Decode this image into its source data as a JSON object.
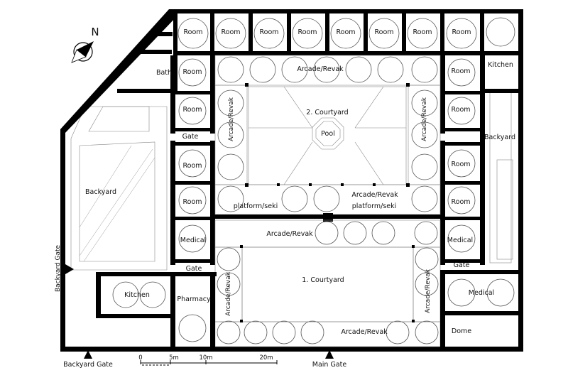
{
  "north": {
    "label": "N"
  },
  "rooms_north": [
    "Room",
    "Room",
    "Room",
    "Room",
    "Room",
    "Room",
    "Room",
    "Room"
  ],
  "rooms_west": [
    "Room",
    "Room",
    "Room",
    "Room"
  ],
  "rooms_east": [
    "Room",
    "Room",
    "Room",
    "Room"
  ],
  "labels": {
    "bath": "Bath",
    "kitchen_ne": "Kitchen",
    "arcade_north": "Arcade/Revak",
    "arcade_west_upper": "Arcade/Revak",
    "arcade_east_upper": "Arcade/Revak",
    "courtyard2": "2. Courtyard",
    "pool": "Pool",
    "gate_west_upper": "Gate",
    "backyard_east": "Backyard",
    "backyard_west": "Backyard",
    "platform_west": "platform/seki",
    "arcade_mid": "Arcade/Revak",
    "platform_east": "platform/seki",
    "arcade_lower_north": "Arcade/Revak",
    "medical_west": "Medical",
    "medical_east": "Medical",
    "medical_se": "Medical",
    "gate_west_lower": "Gate",
    "gate_east_lower": "Gate",
    "kitchen_sw": "Kitchen",
    "pharmacy": "Pharmacy",
    "arcade_west_lower": "Arcade/Revak",
    "courtyard1": "1. Courtyard",
    "arcade_east_lower": "Arcade/Revak",
    "arcade_south": "Arcade/Revak",
    "dome": "Dome",
    "backyard_gate_side": "Backyard Gate",
    "backyard_gate_bottom": "Backyard Gate",
    "main_gate": "Main Gate"
  },
  "scale": {
    "labels": [
      "0",
      "5m",
      "10m",
      "20m"
    ]
  }
}
